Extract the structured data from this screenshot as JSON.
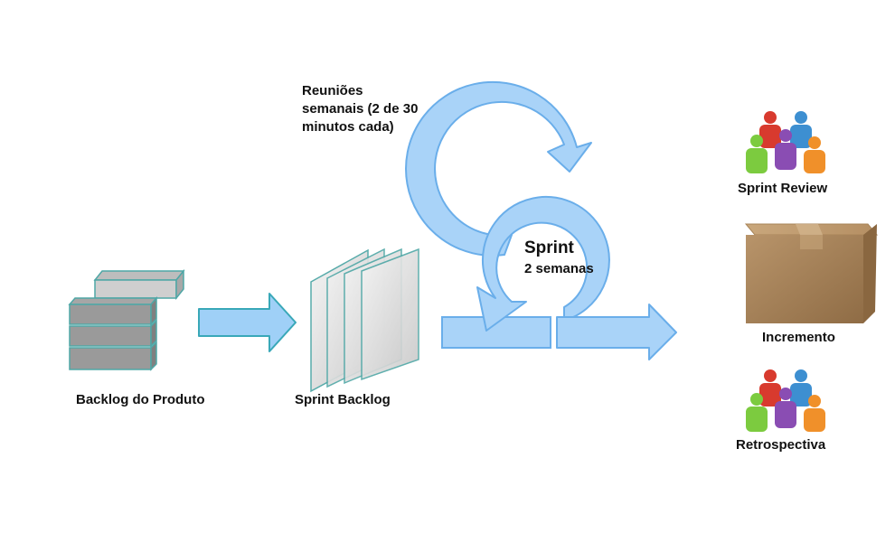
{
  "labels": {
    "product_backlog": "Backlog do Produto",
    "sprint_backlog": "Sprint Backlog",
    "meetings_line1": "Reuniões",
    "meetings_line2": "semanais (2 de 30",
    "meetings_line3": "minutos cada)",
    "sprint_title": "Sprint",
    "sprint_duration": "2 semanas",
    "sprint_review": "Sprint Review",
    "increment": "Incremento",
    "retrospective": "Retrospectiva"
  },
  "icons": {
    "stack": "product-backlog-stack-icon",
    "sheets": "sprint-backlog-sheets-icon",
    "team": "team-people-icon",
    "box": "increment-box-icon"
  },
  "colors": {
    "arrow_fill": "#a9d3f8",
    "arrow_stroke": "#6aaeea",
    "flow_arrow_fill": "#9fd0f7",
    "flow_arrow_stroke": "#39a8b8",
    "block_fill": "#9a9a9a",
    "block_edge": "#4fa7a6",
    "box_fill": "#b08b5e",
    "person_red": "#d83a2e",
    "person_blue": "#3d8fd1",
    "person_purple": "#8a4db3",
    "person_green": "#7ccb3f",
    "person_orange": "#f0902a"
  }
}
